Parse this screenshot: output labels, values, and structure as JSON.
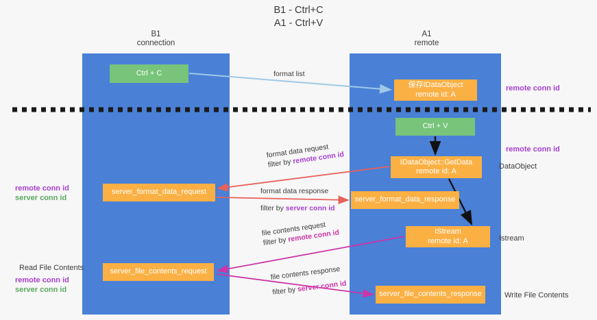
{
  "title": "B1 - Ctrl+C\nA1 - Ctrl+V",
  "lanes": {
    "left": {
      "name": "B1",
      "role": "connection"
    },
    "right": {
      "name": "A1",
      "role": "remote"
    }
  },
  "boxes": {
    "ctrl_c": {
      "label": "Ctrl + C",
      "color": "#77c47a"
    },
    "idataobject": {
      "line1": "保存IDataObject",
      "line2": "remote id: A",
      "color": "#fbb044"
    },
    "ctrl_v": {
      "label": "Ctrl + V",
      "color": "#77c47a"
    },
    "getdata": {
      "line1": "IDataObject::GetData",
      "line2": "remote id: A",
      "color": "#fbb044"
    },
    "server_format_data_request": {
      "label": "server_format_data_request",
      "color": "#fbb044"
    },
    "server_format_data_response": {
      "label": "server_format_data_response",
      "color": "#fbb044"
    },
    "istream": {
      "line1": "IStream",
      "line2": "remote id: A",
      "color": "#fbb044"
    },
    "server_file_contents_request": {
      "label": "server_file_contents_request",
      "color": "#fbb044"
    },
    "server_file_contents_response": {
      "label": "server_file_contents_response",
      "color": "#fbb044"
    }
  },
  "flows": {
    "format_list": {
      "line1": "format list"
    },
    "format_data_request": {
      "line1": "format data request",
      "prefix": "filter by ",
      "highlight": "remote conn id"
    },
    "format_data_response": {
      "line1": "format data response",
      "prefix": "filter by ",
      "highlight": "server conn id"
    },
    "file_contents_request": {
      "line1": "file contents request",
      "prefix": "filter by ",
      "highlight": "remote conn id"
    },
    "file_contents_response": {
      "line1": "file contents response",
      "prefix": "filter by ",
      "highlight": "server conn id"
    }
  },
  "notes": {
    "remote_conn_id_top": "remote conn id",
    "remote_conn_id_mid": "remote conn id",
    "dataobject": "DataObject",
    "istream": "Istream",
    "write_file_contents": "Write File Contents",
    "read_file_contents": "Read File Contents",
    "left_ids_mid": {
      "remote": "remote conn id",
      "server": "server conn id"
    },
    "left_ids_bottom": {
      "remote": "remote conn id",
      "server": "server conn id"
    }
  },
  "colors": {
    "lane": "#4a80d6",
    "green_box": "#77c47a",
    "orange_box": "#fbb044",
    "purple_text": "#a93fd1",
    "green_text": "#5aaa5e",
    "magenta_arrow": "#cc34a8",
    "red_arrow": "#e8605a",
    "lightblue_arrow": "#9ec9e8",
    "divider": "#1a1a1a",
    "background": "#f7f7f7"
  }
}
